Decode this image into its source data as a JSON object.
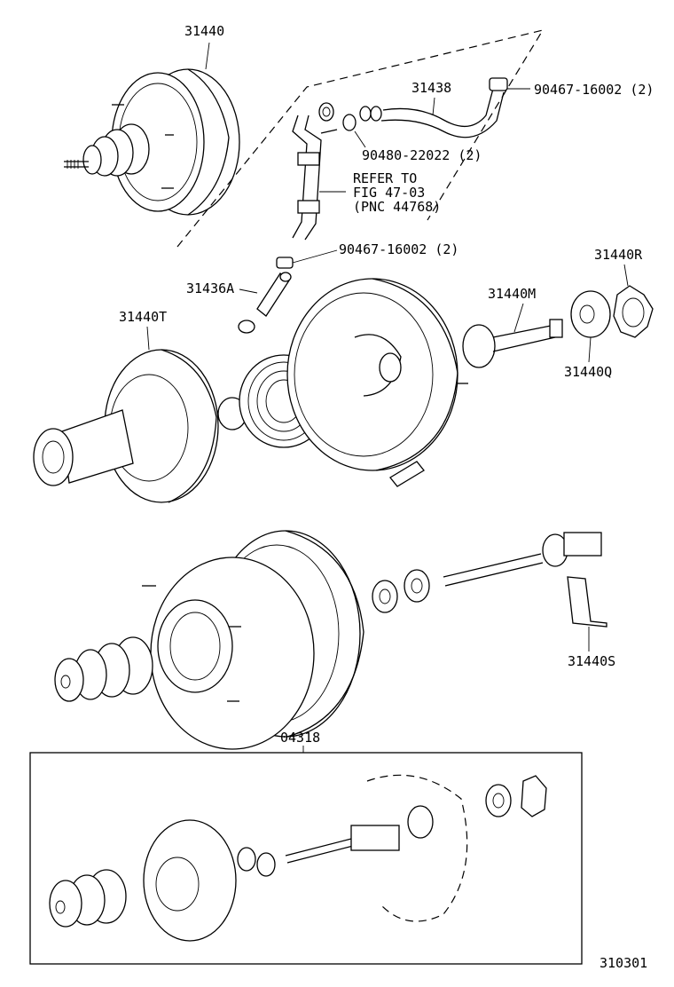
{
  "labels": {
    "booster_top": "31440",
    "hose": "31438",
    "clip_right": "90467-16002 (2)",
    "gasket": "90480-22022 (2)",
    "refer_1": "REFER TO",
    "refer_2": "FIG 47-03",
    "refer_3": "(PNC 44768)",
    "clip_left": "90467-16002 (2)",
    "tube": "31436A",
    "cover_t": "31440T",
    "rod_m": "31440M",
    "plate_r": "31440R",
    "washer_q": "31440Q",
    "key_s": "31440S",
    "kit": "04318",
    "diagram_no": "310301"
  }
}
